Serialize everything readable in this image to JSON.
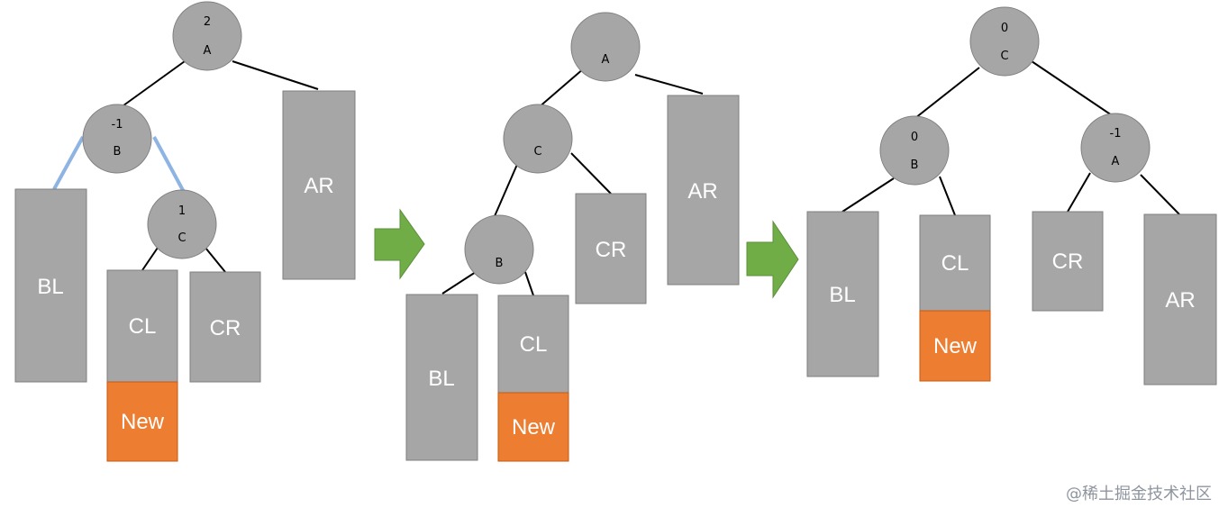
{
  "watermark": "@稀土掘金技术社区",
  "colors": {
    "node_fill": "#a6a6a6",
    "new_fill": "#ed7d31",
    "arrow_fill": "#70ad47",
    "text_on_box": "#ffffff"
  },
  "icons": {
    "step_arrow": "green-right-arrow-icon"
  },
  "diagram1": {
    "nodes": {
      "A": {
        "balance": "2",
        "label": "A"
      },
      "B": {
        "balance": "-1",
        "label": "B"
      },
      "C": {
        "balance": "1",
        "label": "C"
      }
    },
    "boxes": {
      "BL": "BL",
      "CL": "CL",
      "CR": "CR",
      "AR": "AR",
      "New": "New"
    }
  },
  "diagram2": {
    "nodes": {
      "A": {
        "label": "A"
      },
      "C": {
        "label": "C"
      },
      "B": {
        "label": "B"
      }
    },
    "boxes": {
      "BL": "BL",
      "CL": "CL",
      "CR": "CR",
      "AR": "AR",
      "New": "New"
    }
  },
  "diagram3": {
    "nodes": {
      "C": {
        "balance": "0",
        "label": "C"
      },
      "B": {
        "balance": "0",
        "label": "B"
      },
      "A": {
        "balance": "-1",
        "label": "A"
      }
    },
    "boxes": {
      "BL": "BL",
      "CL": "CL",
      "CR": "CR",
      "AR": "AR",
      "New": "New"
    }
  }
}
